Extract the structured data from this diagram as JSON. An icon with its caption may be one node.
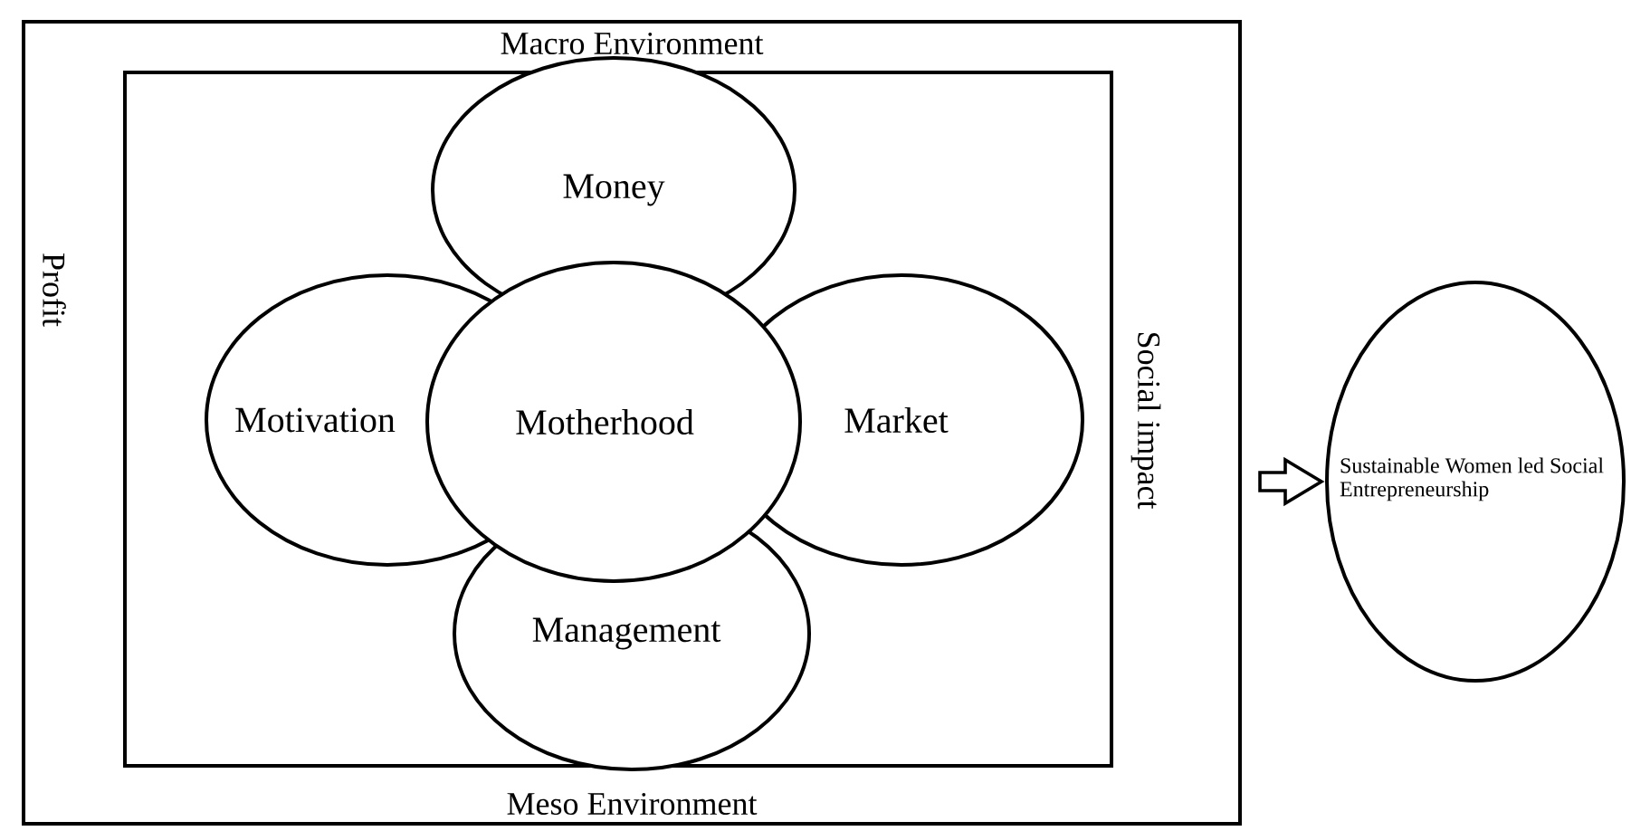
{
  "diagram": {
    "nodes": [
      {
        "text": [
          "Macro Environment",
          "Meso Environment"
        ]
      },
      {
        "text": [],
        "shape": "box",
        "in": 0
      },
      {
        "text": [
          "Money"
        ],
        "in": 1
      },
      {
        "text": [
          "Motivation"
        ],
        "in": 1
      },
      {
        "text": [
          "Motherhood"
        ],
        "in": 1
      },
      {
        "text": [
          "Market"
        ],
        "in": 1
      },
      {
        "text": [
          "Management"
        ],
        "in": 1
      },
      {
        "text": [
          "Sustainable Women led Social Entrepreneurship"
        ]
      }
    ],
    "edges": [
      {
        "from": 0,
        "to": 7,
        "arrow": "to"
      }
    ],
    "labels": [
      "Profit",
      "Social impact"
    ]
  }
}
